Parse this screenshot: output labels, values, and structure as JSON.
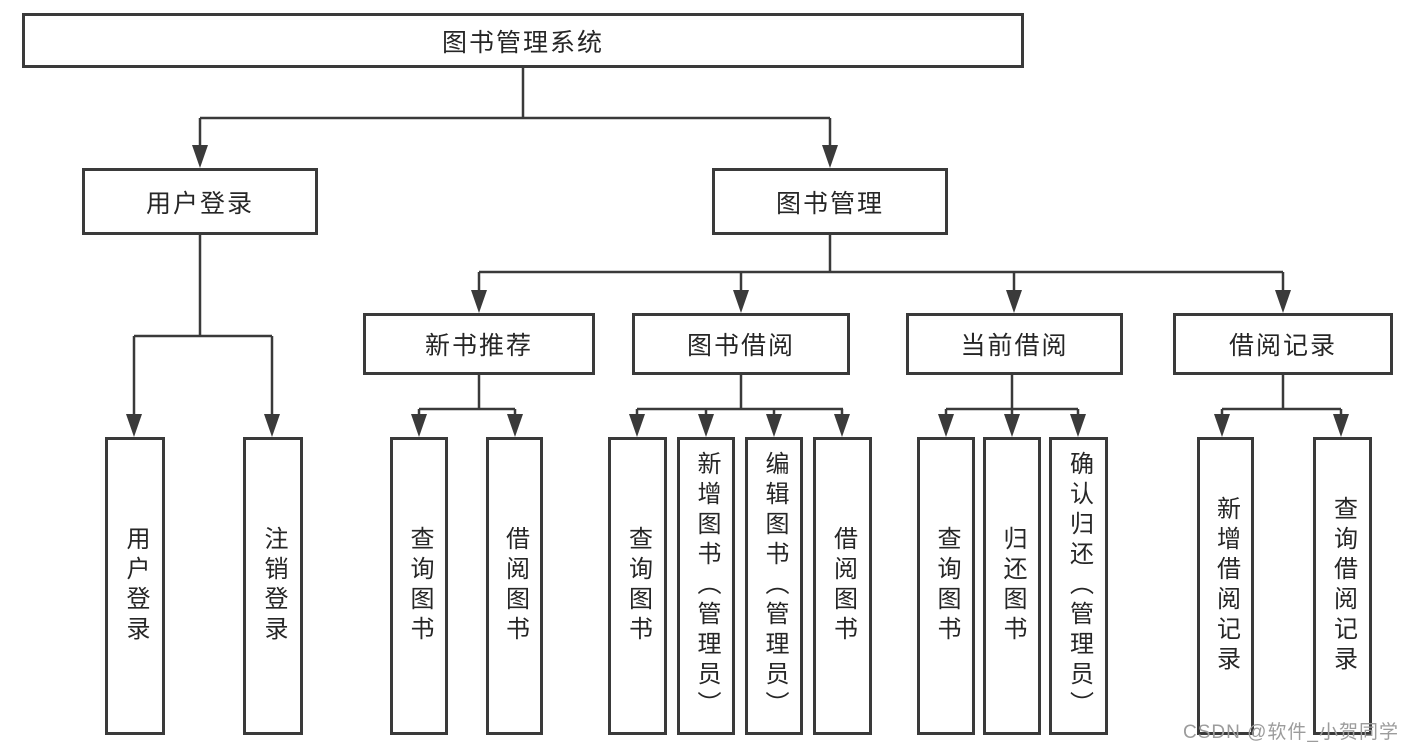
{
  "tree": {
    "label": "图书管理系统",
    "children": [
      {
        "label": "用户登录",
        "children": [
          {
            "label": "用户登录"
          },
          {
            "label": "注销登录"
          }
        ]
      },
      {
        "label": "图书管理",
        "children": [
          {
            "label": "新书推荐",
            "children": [
              {
                "label": "查询图书"
              },
              {
                "label": "借阅图书"
              }
            ]
          },
          {
            "label": "图书借阅",
            "children": [
              {
                "label": "查询图书"
              },
              {
                "label": "新增图书（管理员）"
              },
              {
                "label": "编辑图书（管理员）"
              },
              {
                "label": "借阅图书"
              }
            ]
          },
          {
            "label": "当前借阅",
            "children": [
              {
                "label": "查询图书"
              },
              {
                "label": "归还图书"
              },
              {
                "label": "确认归还（管理员）"
              }
            ]
          },
          {
            "label": "借阅记录",
            "children": [
              {
                "label": "新增借阅记录"
              },
              {
                "label": "查询借阅记录"
              }
            ]
          }
        ]
      }
    ]
  },
  "watermark": {
    "text": "CSDN @软件_小贺同学"
  },
  "colors": {
    "line": "#3a3a3a",
    "box_border": "#3a3a3a",
    "text": "#262626",
    "background": "#ffffff",
    "watermark": "#9c9c9c"
  }
}
